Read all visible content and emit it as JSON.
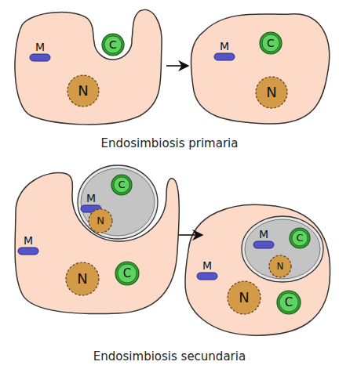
{
  "diagram": {
    "nodes": [
      {
        "text": [
          "C"
        ]
      },
      {
        "text": [
          "M"
        ]
      },
      {
        "text": [
          "N"
        ]
      },
      {
        "text": [
          "C"
        ]
      },
      {
        "text": [
          "M"
        ]
      },
      {
        "text": [
          "N"
        ]
      },
      {
        "text": [
          "C"
        ]
      },
      {
        "text": [
          "M"
        ]
      },
      {
        "text": [
          "N"
        ]
      },
      {
        "text": [
          "M"
        ]
      },
      {
        "text": [
          "C"
        ]
      },
      {
        "text": [
          "N"
        ]
      },
      {
        "text": [
          "C"
        ]
      },
      {
        "text": [
          "M"
        ]
      },
      {
        "text": [
          "N"
        ]
      },
      {
        "text": [
          "M"
        ]
      },
      {
        "text": [
          "N"
        ]
      },
      {
        "text": [
          "C"
        ]
      }
    ],
    "labels": [
      "Endosimbiosis primaria",
      "Endosimbiosis secundaria"
    ]
  }
}
